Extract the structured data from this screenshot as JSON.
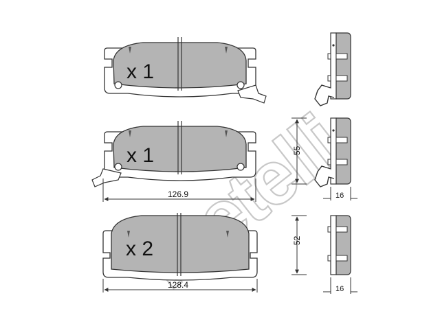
{
  "watermark": "metelli",
  "pads": [
    {
      "quantity_label": "x 1"
    },
    {
      "quantity_label": "x 1"
    },
    {
      "quantity_label": "x 2"
    }
  ],
  "dimensions": {
    "width_top": "126.9",
    "height_top": "55",
    "thickness_top": "16",
    "width_bottom": "128.4",
    "height_bottom": "52",
    "thickness_bottom": "16"
  },
  "colors": {
    "pad_fill": "#b4b4b4",
    "outline": "#333333",
    "watermark": "#c8c8c8"
  }
}
